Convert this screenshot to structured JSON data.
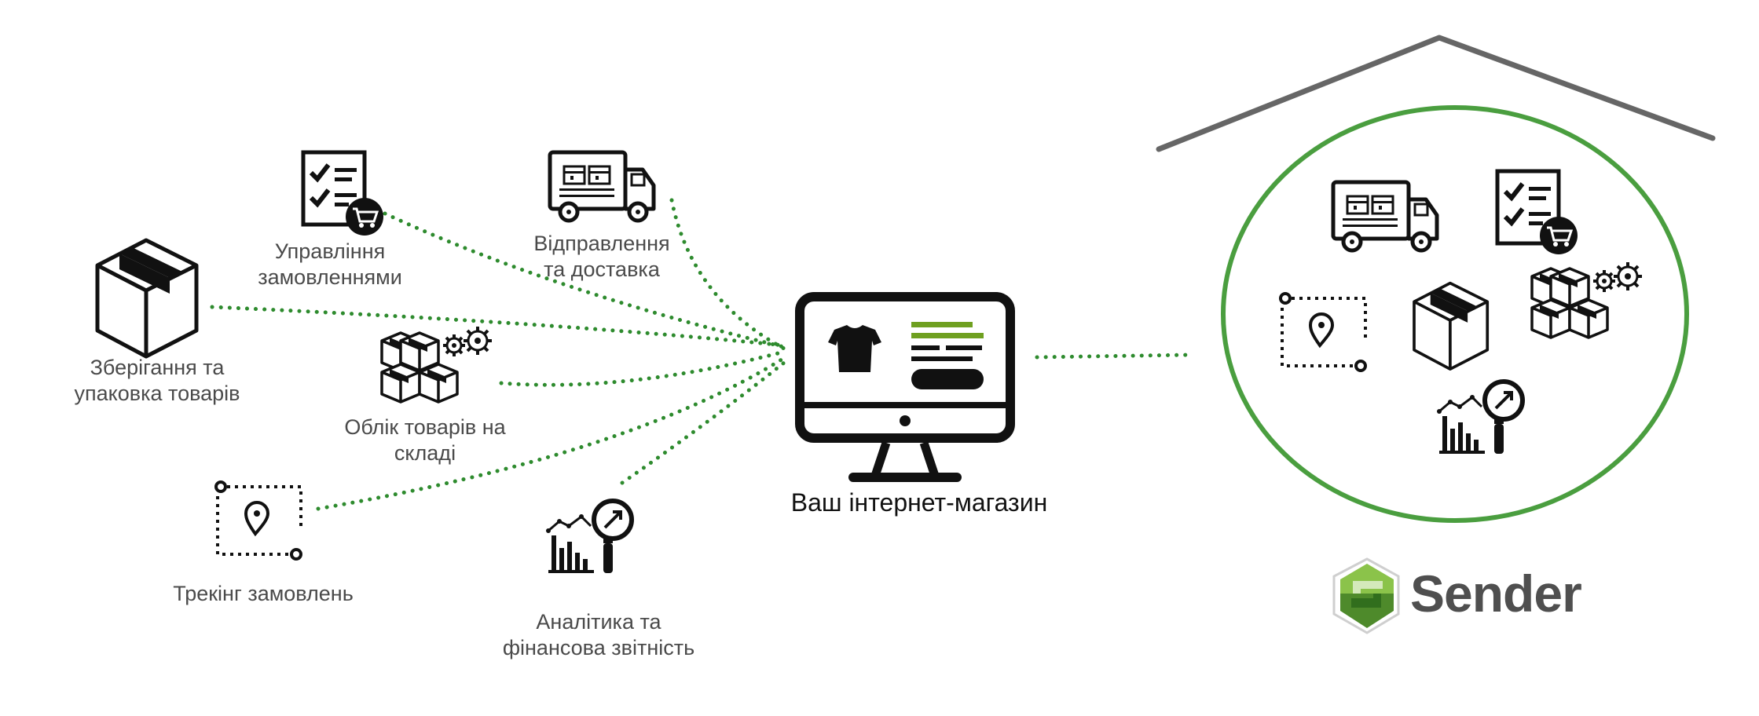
{
  "colors": {
    "dots": "#2e8b2e",
    "circle": "#4a9e3f",
    "roof": "#666666",
    "bar_green": "#6fa020",
    "logo_light": "#8bc34a",
    "logo_dark": "#4e8a2b"
  },
  "services": [
    {
      "id": "storage",
      "icon": "box-icon",
      "lines": [
        "Зберігання та",
        "упаковка товарів"
      ]
    },
    {
      "id": "orders",
      "icon": "checklist-cart-icon",
      "lines": [
        "Управління",
        "замовленнями"
      ]
    },
    {
      "id": "shipping",
      "icon": "truck-icon",
      "lines": [
        "Відправлення",
        "та доставка"
      ]
    },
    {
      "id": "inventory",
      "icon": "boxes-gears-icon",
      "lines": [
        "Облік товарів на",
        "складі"
      ]
    },
    {
      "id": "tracking",
      "icon": "route-pin-icon",
      "lines": [
        "Трекінг замовлень"
      ]
    },
    {
      "id": "analytics",
      "icon": "analytics-icon",
      "lines": [
        "Аналітика та",
        "фінансова звітність"
      ]
    }
  ],
  "shop": {
    "label": "Ваш інтернет-магазин",
    "icon": "monitor-shop-icon"
  },
  "warehouse": {
    "icons": [
      "truck-icon",
      "checklist-cart-icon",
      "route-pin-icon",
      "box-icon",
      "boxes-gears-icon",
      "analytics-icon"
    ]
  },
  "brand": {
    "name": "Sender",
    "icon": "sender-logo-icon"
  }
}
